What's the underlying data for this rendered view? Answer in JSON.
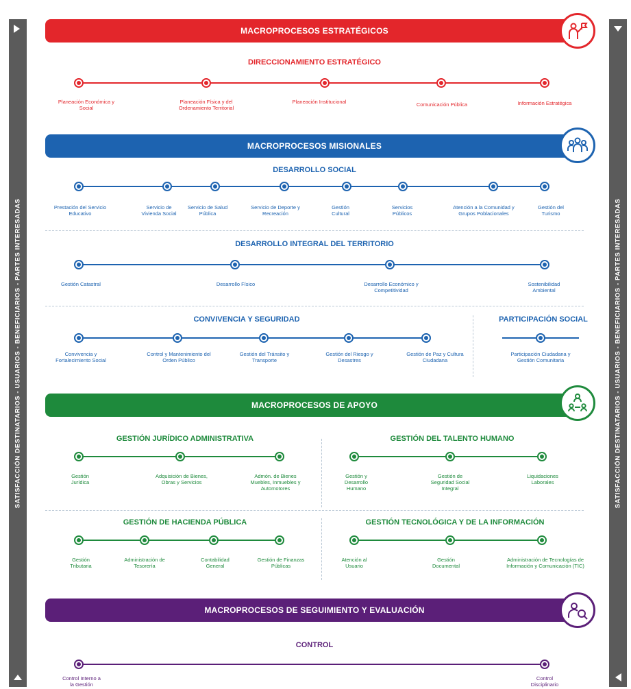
{
  "side_text": "SATISFACCIÓN DESTINATARIOS - USUARIOS - BENEFICIARIOS - PARTES INTERESADAS",
  "colors": {
    "red": "#e3262b",
    "blue": "#1d63b0",
    "green": "#1e8a3c",
    "purple": "#5b1f78",
    "sidebar": "#5b5b5b"
  },
  "sections": {
    "estrategicos": {
      "banner": "MACROPROCESOS ESTRATÉGICOS",
      "icon": "strategy-flag-person-icon",
      "group": {
        "title": "DIRECCIONAMIENTO ESTRATÉGICO",
        "nodes": [
          "Planeación Económica y Social",
          "Planeación Física y del Ordenamiento Territorial",
          "Planeación Institucional",
          "Comunicación Pública",
          "Información Estratégica"
        ]
      }
    },
    "misionales": {
      "banner": "MACROPROCESOS MISIONALES",
      "icon": "people-group-icon",
      "social": {
        "title": "DESARROLLO SOCIAL",
        "nodes": [
          "Prestación del Servicio Educativo",
          "Servicio de Vivienda Social",
          "Servicio de Salud Pública",
          "Servicio de Deporte y Recreación",
          "Gestión Cultural",
          "Servicios Públicos",
          "Atención a la Comunidad y Grupos Poblacionales",
          "Gestión del Turismo"
        ]
      },
      "territorio": {
        "title": "DESARROLLO INTEGRAL DEL TERRITORIO",
        "nodes": [
          "Gestión Catastral",
          "Desarrollo Físico",
          "Desarrollo Económico y Competitividad",
          "Sostenibilidad Ambiental"
        ]
      },
      "convivencia": {
        "title": "CONVIVENCIA Y SEGURIDAD",
        "nodes": [
          "Convivencia y Fortalecimiento Social",
          "Control y Mantenimiento del Orden Público",
          "Gestión del Tránsito y Transporte",
          "Gestión del Riesgo y Desastres",
          "Gestión de Paz y Cultura Ciudadana"
        ]
      },
      "participacion": {
        "title": "PARTICIPACIÓN SOCIAL",
        "nodes": [
          "Participación Ciudadana y Gestión Comunitaria"
        ]
      }
    },
    "apoyo": {
      "banner": "MACROPROCESOS DE APOYO",
      "icon": "team-network-icon",
      "juridico": {
        "title": "GESTIÓN JURÍDICO ADMINISTRATIVA",
        "nodes": [
          "Gestión Jurídica",
          "Adquisición de Bienes, Obras y Servicios",
          "Admón. de Bienes Muebles, Inmuebles y Automotores"
        ]
      },
      "talento": {
        "title": "GESTIÓN DEL TALENTO HUMANO",
        "nodes": [
          "Gestión y Desarrollo Humano",
          "Gestión de Seguridad Social Integral",
          "Liquidaciones Laborales"
        ]
      },
      "hacienda": {
        "title": "GESTIÓN DE HACIENDA PÚBLICA",
        "nodes": [
          "Gestión Tributaria",
          "Administración de Tesorería",
          "Contabilidad General",
          "Gestión de Finanzas Públicas"
        ]
      },
      "tecnologica": {
        "title": "GESTIÓN TECNOLÓGICA Y DE LA INFORMACIÓN",
        "nodes": [
          "Atención al Usuario",
          "Gestión Documental",
          "Administración de Tecnologías de Información y Comunicación (TIC)"
        ]
      }
    },
    "seguimiento": {
      "banner": "MACROPROCESOS DE SEGUIMIENTO Y EVALUACIÓN",
      "icon": "evaluation-magnifier-icon",
      "control": {
        "title": "CONTROL",
        "nodes": [
          "Control Interno a la Gestión",
          "Control Disciplinario"
        ]
      }
    }
  }
}
